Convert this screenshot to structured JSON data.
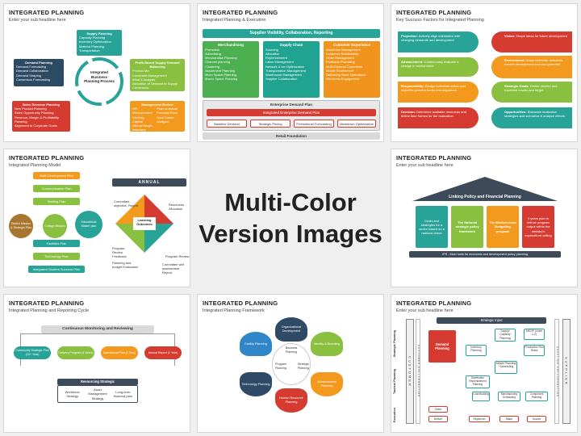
{
  "center": {
    "line1": "Multi-Color",
    "line2": "Version Images"
  },
  "tiles": [
    {
      "title": "INTEGRATED PLANNING",
      "sub": "Enter your sub headline here",
      "hub": "Integrated Business Planning Process",
      "nodes": [
        {
          "label": "Supply Planning",
          "items": [
            "Capacity Planning",
            "Inventory Optimization",
            "Material Planning",
            "Transportation"
          ],
          "color": "#27a398"
        },
        {
          "label": "Profit-Based Supply Demand Balancing",
          "items": [
            "Product Mix",
            "Constraint Management",
            "What if Analysis",
            "Allocation of Demand to Supply",
            "Constraints"
          ],
          "color": "#8ac03f"
        },
        {
          "label": "Management Review",
          "items": [
            "KPI Measurement",
            "Working Capital",
            "Global Margin",
            "Inventory Turns",
            "Plan vs Actual",
            "Forecast Error",
            "Root Cause Analysis"
          ],
          "color": "#f39a1e"
        },
        {
          "label": "Sales Revenue Planning",
          "items": [
            "New Product Planning",
            "Sales Opportunity Planning",
            "Revenue, Margin & Profitability Planning",
            "Alignment to Corporate Goals"
          ],
          "color": "#d63b31"
        },
        {
          "label": "Demand Planning",
          "items": [
            "Demand Forecasting",
            "Demand Collaboration",
            "Demand Shaping",
            "Consensus Forecasting"
          ],
          "color": "#2c4a63"
        }
      ]
    },
    {
      "title": "INTEGRATED PLANNING",
      "sub": "Integrated Planning & Execution",
      "banner": "Supplier Visibility, Collaboration, Reporting",
      "columns": [
        {
          "label": "Merchandising",
          "items": [
            "Promotion",
            "Advertising",
            "Merchandise Planning",
            "Channel planning",
            "Clustering",
            "Assortment Planning",
            "Micro Space Planning",
            "Macro Space Planning"
          ],
          "color": "#4caf50"
        },
        {
          "label": "Supply Chain",
          "items": [
            "Sourcing",
            "Allocation",
            "Replenishment",
            "Labor Management",
            "Network & Inv Optimization",
            "Transportation Management",
            "Warehouse Management",
            "Supplier Collaboration"
          ],
          "color": "#21a392"
        },
        {
          "label": "Customer Experience",
          "items": [
            "Workforce Management",
            "Customer Relationship",
            "Order Management",
            "Profitable Promising",
            "Multi-Channel Commerce",
            "Mobile Enablement",
            "Delivering Store Operations",
            "Electronic Engagement"
          ],
          "color": "#f1941d"
        }
      ],
      "enterprise": "Enterprise Demand Plan",
      "ied": "Integrated Enterprise Demand Plan",
      "buttons": [
        "Baseline Demand",
        "Strategic Pricing",
        "Promotional Forecasting",
        "Markdown Optimization"
      ],
      "foundation": "Retail Foundation"
    },
    {
      "title": "INTEGRATED PLANNING",
      "sub": "Key Success Factors for Integrated Planning",
      "left": [
        {
          "head": "Projection:",
          "text": "Actively align orientation with changing demands and development",
          "color": "#27a398"
        },
        {
          "head": "Advancement:",
          "text": "Continuously evaluate a change in environment",
          "color": "#8ac03f"
        },
        {
          "head": "Responsibility:",
          "text": "Design individual action and objective process forms and objectives",
          "color": "#f39a1e"
        },
        {
          "head": "Decision:",
          "text": "Determine available resources and define time frames for the realization",
          "color": "#d63b31"
        }
      ],
      "right": [
        {
          "head": "Vision:",
          "text": "Shape ideas for future development",
          "color": "#d63b31"
        },
        {
          "head": "Environment:",
          "text": "Know customer demands, market development and own potential",
          "color": "#f39a1e"
        },
        {
          "head": "Strategic Goals:",
          "text": "Define desired and expected results and target",
          "color": "#8ac03f"
        },
        {
          "head": "Opportunities:",
          "text": "Elaborate realization strategies and scenarios & analyze effects",
          "color": "#27a398"
        }
      ]
    },
    {
      "title": "INTEGRATED PLANNING",
      "sub": "Integrated Planning Model",
      "annual": "ANNUAL",
      "stack": [
        "Staff Development Plan",
        "Communication Plan",
        "Staffing Plan",
        "Facilities Plan",
        "Technology Plan",
        "Integrated Student Success Plan"
      ],
      "circles": [
        "District Mission & Strategic Plan",
        "College Mission",
        "Educational Master plan"
      ],
      "outcome": "Learning Outcomes",
      "notes": [
        "Committee, objective, Report",
        "Resources Allocation",
        "Program Review Feedback",
        "Planning and budget Evaluation",
        "Program Review",
        "Committee self assessment Report"
      ]
    },
    {
      "title": "INTEGRATED PLANNING",
      "sub": "Enter your sub headline here",
      "roof": "Linking Policy and Financial Planning",
      "pillars": [
        {
          "text": "Goals and strategies for a sector based on a national vision",
          "color": "#27a398"
        },
        {
          "text": "The National strategic policy framework",
          "color": "#8ac03f"
        },
        {
          "text": "The Medium-term Budgeting program",
          "color": "#f39a1e"
        },
        {
          "text": "3 years plan to deliver program output within the ministry's expenditure ceiling",
          "color": "#d63b31"
        }
      ],
      "base": "IPS - Main tools for economic and development policy planning"
    },
    {
      "title": "INTEGRATED PLANNING",
      "sub": "Integrated Planning and Reporting Cycle",
      "loop": "Continuous Monitoring and Reviewing",
      "chain": [
        {
          "text": "Community Strategic Plan (10+ Year)",
          "color": "#27a398"
        },
        {
          "text": "Delivery Program (4 Years)",
          "color": "#8ac03f"
        },
        {
          "text": "Operational Plan (1 Year)",
          "color": "#f39a1e"
        },
        {
          "text": "Annual Report (1 Year)",
          "color": "#d63b31"
        }
      ],
      "resourcing": "Resourcing Strategic",
      "res_items": [
        "Workforce Strategy",
        "Asset Management Strategy",
        "Long-term financial plan"
      ]
    },
    {
      "title": "INTEGRATED PLANNING",
      "sub": "Integrated Planning Framework",
      "petals": [
        {
          "label": "Organizational Development",
          "color": "#2e4a66"
        },
        {
          "label": "Identity & Branding",
          "color": "#8ac03f"
        },
        {
          "label": "Advancement Planning",
          "color": "#f39a1e"
        },
        {
          "label": "Human Resource Planning",
          "color": "#d63b31"
        },
        {
          "label": "Technology Planning",
          "color": "#2e4a66"
        },
        {
          "label": "Facility Planning",
          "color": "#2f86c8"
        }
      ],
      "inner": [
        {
          "label": "Business Planning",
          "color": "#8ac03f"
        },
        {
          "label": "Strategic Planning",
          "color": "#27a398"
        },
        {
          "label": "Program Planning",
          "color": "#f39a1e"
        }
      ]
    },
    {
      "title": "INTEGRATED PLANNING",
      "sub": "Enter your sub headline here",
      "strategic_input": "Strategic Input",
      "customer": "CUSTOMER",
      "supplier": "SUPPLIER",
      "collab": "CUSTOMER COLLABORATION",
      "supcollab": "SUPPLIER COLLABORATION",
      "rows": [
        "Strategic Planning",
        "Tactical Planning",
        "Execution"
      ],
      "demand": "Demand Planning",
      "nodes": [
        "Inventory Planning",
        "Supply/ Capacity Planning",
        "MEOP (Level 1-2)",
        "Production Run Rules",
        "Master Planning / Scheduling",
        "Distribution Replenishment Planning",
        "Load Building",
        "Manufacturing Scheduling",
        "Component Planning"
      ],
      "exec": [
        "Order",
        "Deliver",
        "Replenish",
        "Make",
        "Source"
      ]
    }
  ]
}
